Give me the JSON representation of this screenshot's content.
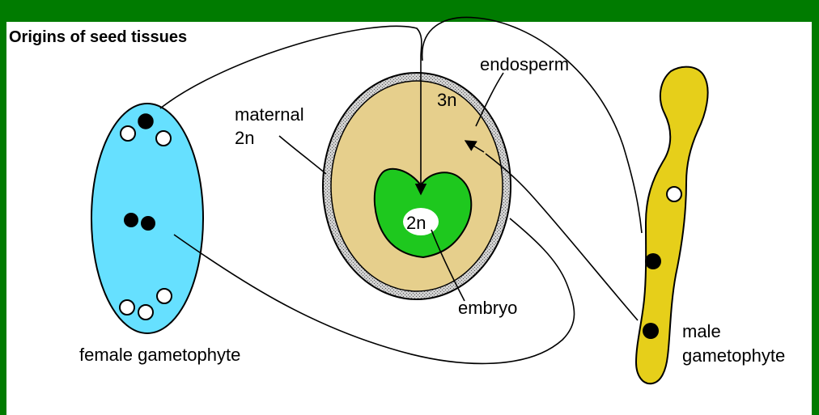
{
  "title": "Origins of seed tissues",
  "labels": {
    "endosperm": "endosperm",
    "endosperm_ploidy": "3n",
    "maternal_line1": "maternal",
    "maternal_line2": "2n",
    "embryo_ploidy": "2n",
    "embryo": "embryo",
    "female": "female gametophyte",
    "male_line1": "male",
    "male_line2": "gametophyte"
  },
  "colors": {
    "frame": "#007b00",
    "background": "#ffffff",
    "female_gametophyte": "#66e0ff",
    "endosperm": "#e6cf8c",
    "seed_coat": "#a6a6a6",
    "embryo": "#1ec81e",
    "male_gametophyte": "#e6cf1a",
    "nucleus_filled": "#000000",
    "nucleus_empty": "#ffffff"
  },
  "icons": {
    "filled_nucleus": "black-circle",
    "empty_nucleus": "white-circle"
  }
}
